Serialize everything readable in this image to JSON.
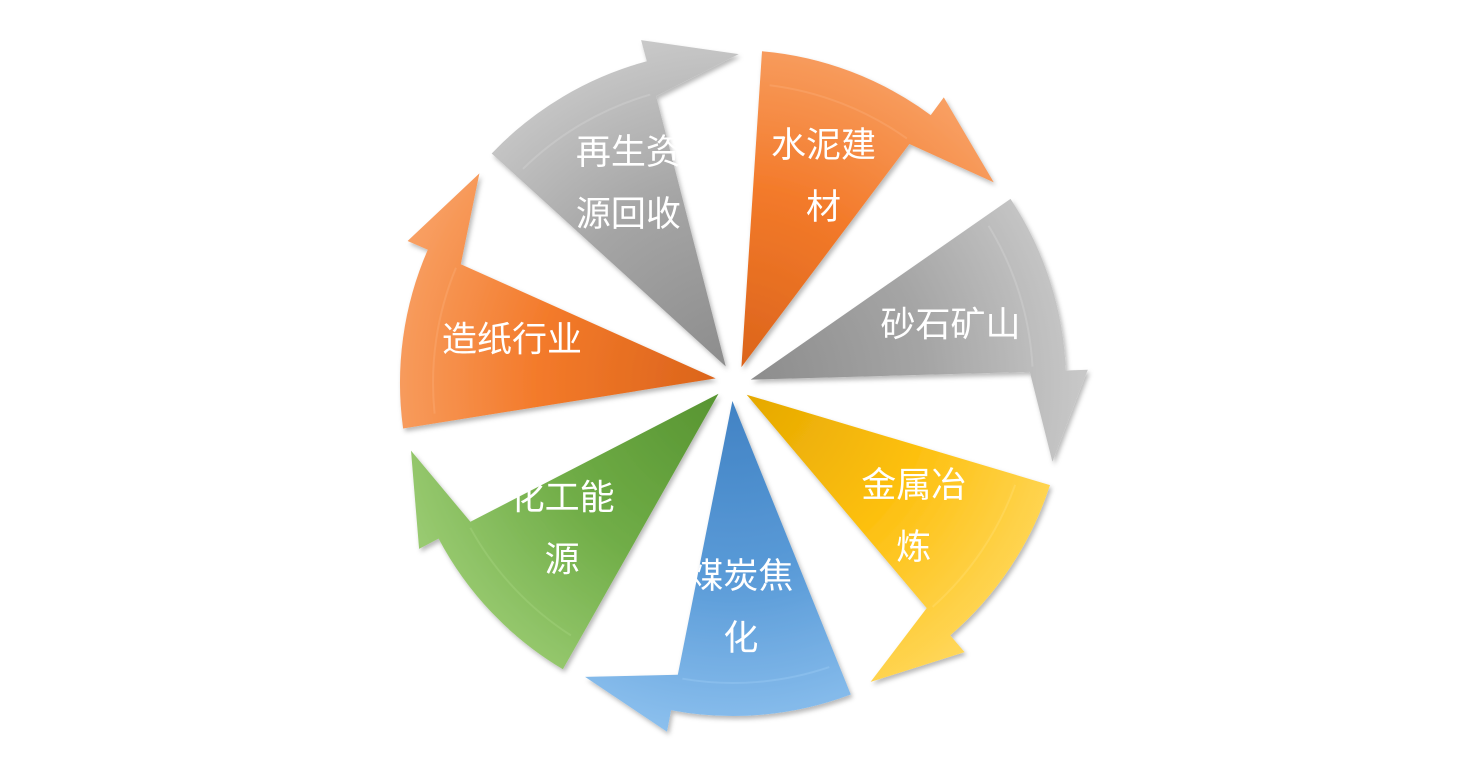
{
  "diagram": {
    "segments": [
      {
        "lines": [
          "水泥建",
          "材"
        ],
        "color": "#f37a2a",
        "light": "#f8a064",
        "dark": "#d9621a"
      },
      {
        "lines": [
          "砂石矿山"
        ],
        "color": "#a5a5a5",
        "light": "#c9c9c9",
        "dark": "#8a8a8a"
      },
      {
        "lines": [
          "金属冶",
          "炼"
        ],
        "color": "#fdc00f",
        "light": "#ffd75a",
        "dark": "#e3a600"
      },
      {
        "lines": [
          "煤炭焦",
          "化"
        ],
        "color": "#5a9bd8",
        "light": "#8cc0ee",
        "dark": "#3f80c2"
      },
      {
        "lines": [
          "化工能",
          "源"
        ],
        "color": "#70ad47",
        "light": "#9acb72",
        "dark": "#55922f"
      },
      {
        "lines": [
          "造纸行业"
        ],
        "color": "#f37a2a",
        "light": "#f8a064",
        "dark": "#d9621a"
      },
      {
        "lines": [
          "再生资",
          "源回收"
        ],
        "color": "#a5a5a5",
        "light": "#c9c9c9",
        "dark": "#8a8a8a"
      }
    ]
  }
}
